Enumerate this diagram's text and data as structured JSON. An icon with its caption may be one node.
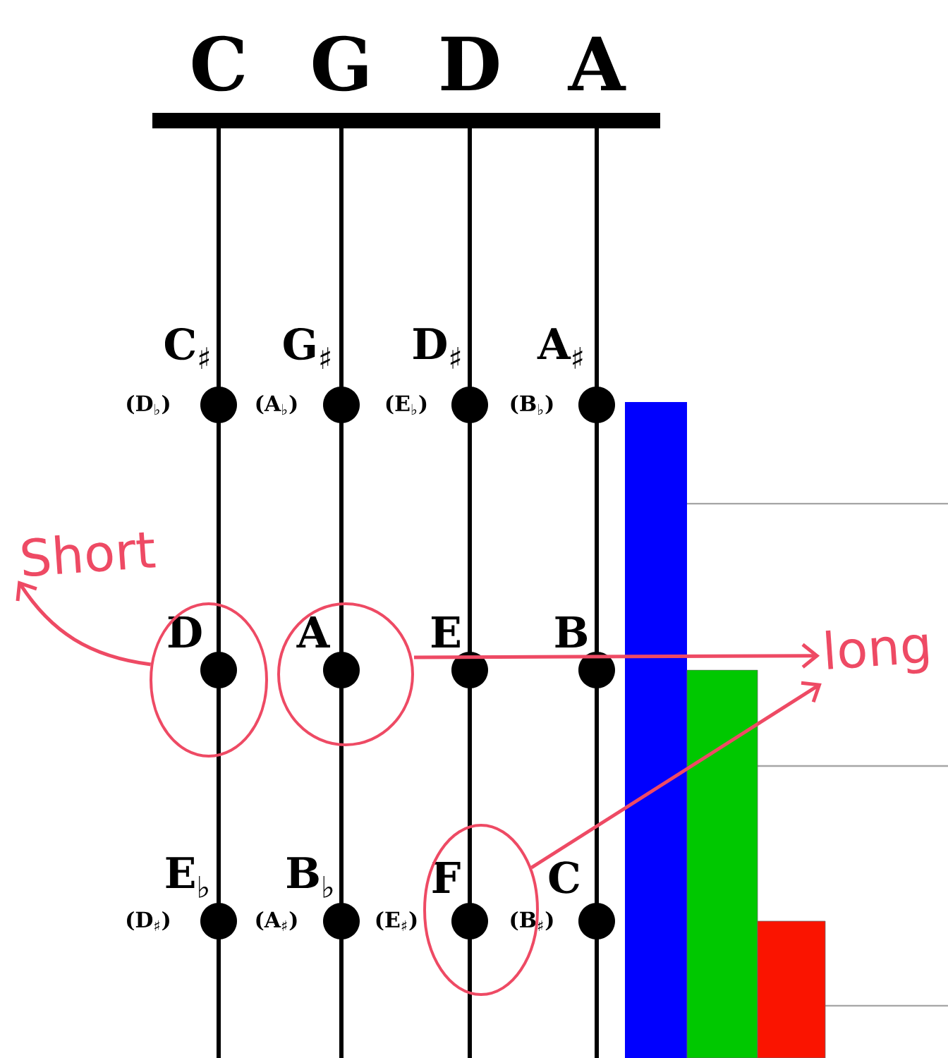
{
  "diagram": {
    "nodes": [
      {
        "text": [
          "Short"
        ]
      },
      {
        "text": [],
        "shape": "circle"
      },
      {
        "text": [],
        "shape": "circle"
      },
      {
        "text": [
          "long"
        ]
      },
      {
        "text": [],
        "shape": "circle"
      }
    ],
    "edges": [
      {
        "from": 1,
        "to": 0,
        "arrow": "to"
      },
      {
        "from": 2,
        "to": 3,
        "arrow": "to"
      },
      {
        "from": 4,
        "to": 3,
        "arrow": "to"
      }
    ],
    "labels": [
      "C",
      "G",
      "D",
      "A",
      "C$_{♯}$",
      "G$_{♯}$",
      "D$_{♯}$",
      "A$_{♯}$",
      "(D$_{♭}$)",
      "(A$_{♭}$)",
      "(E$_{♭}$)",
      "(B$_{♭}$)",
      "D",
      "A",
      "E",
      "B",
      "E$_{♭}$",
      "B$_{♭}$",
      "F",
      "C",
      "(D$_{♯}$)",
      "(A$_{♯}$)",
      "(E$_{♯}$)",
      "(B$_{♯}$)"
    ]
  }
}
